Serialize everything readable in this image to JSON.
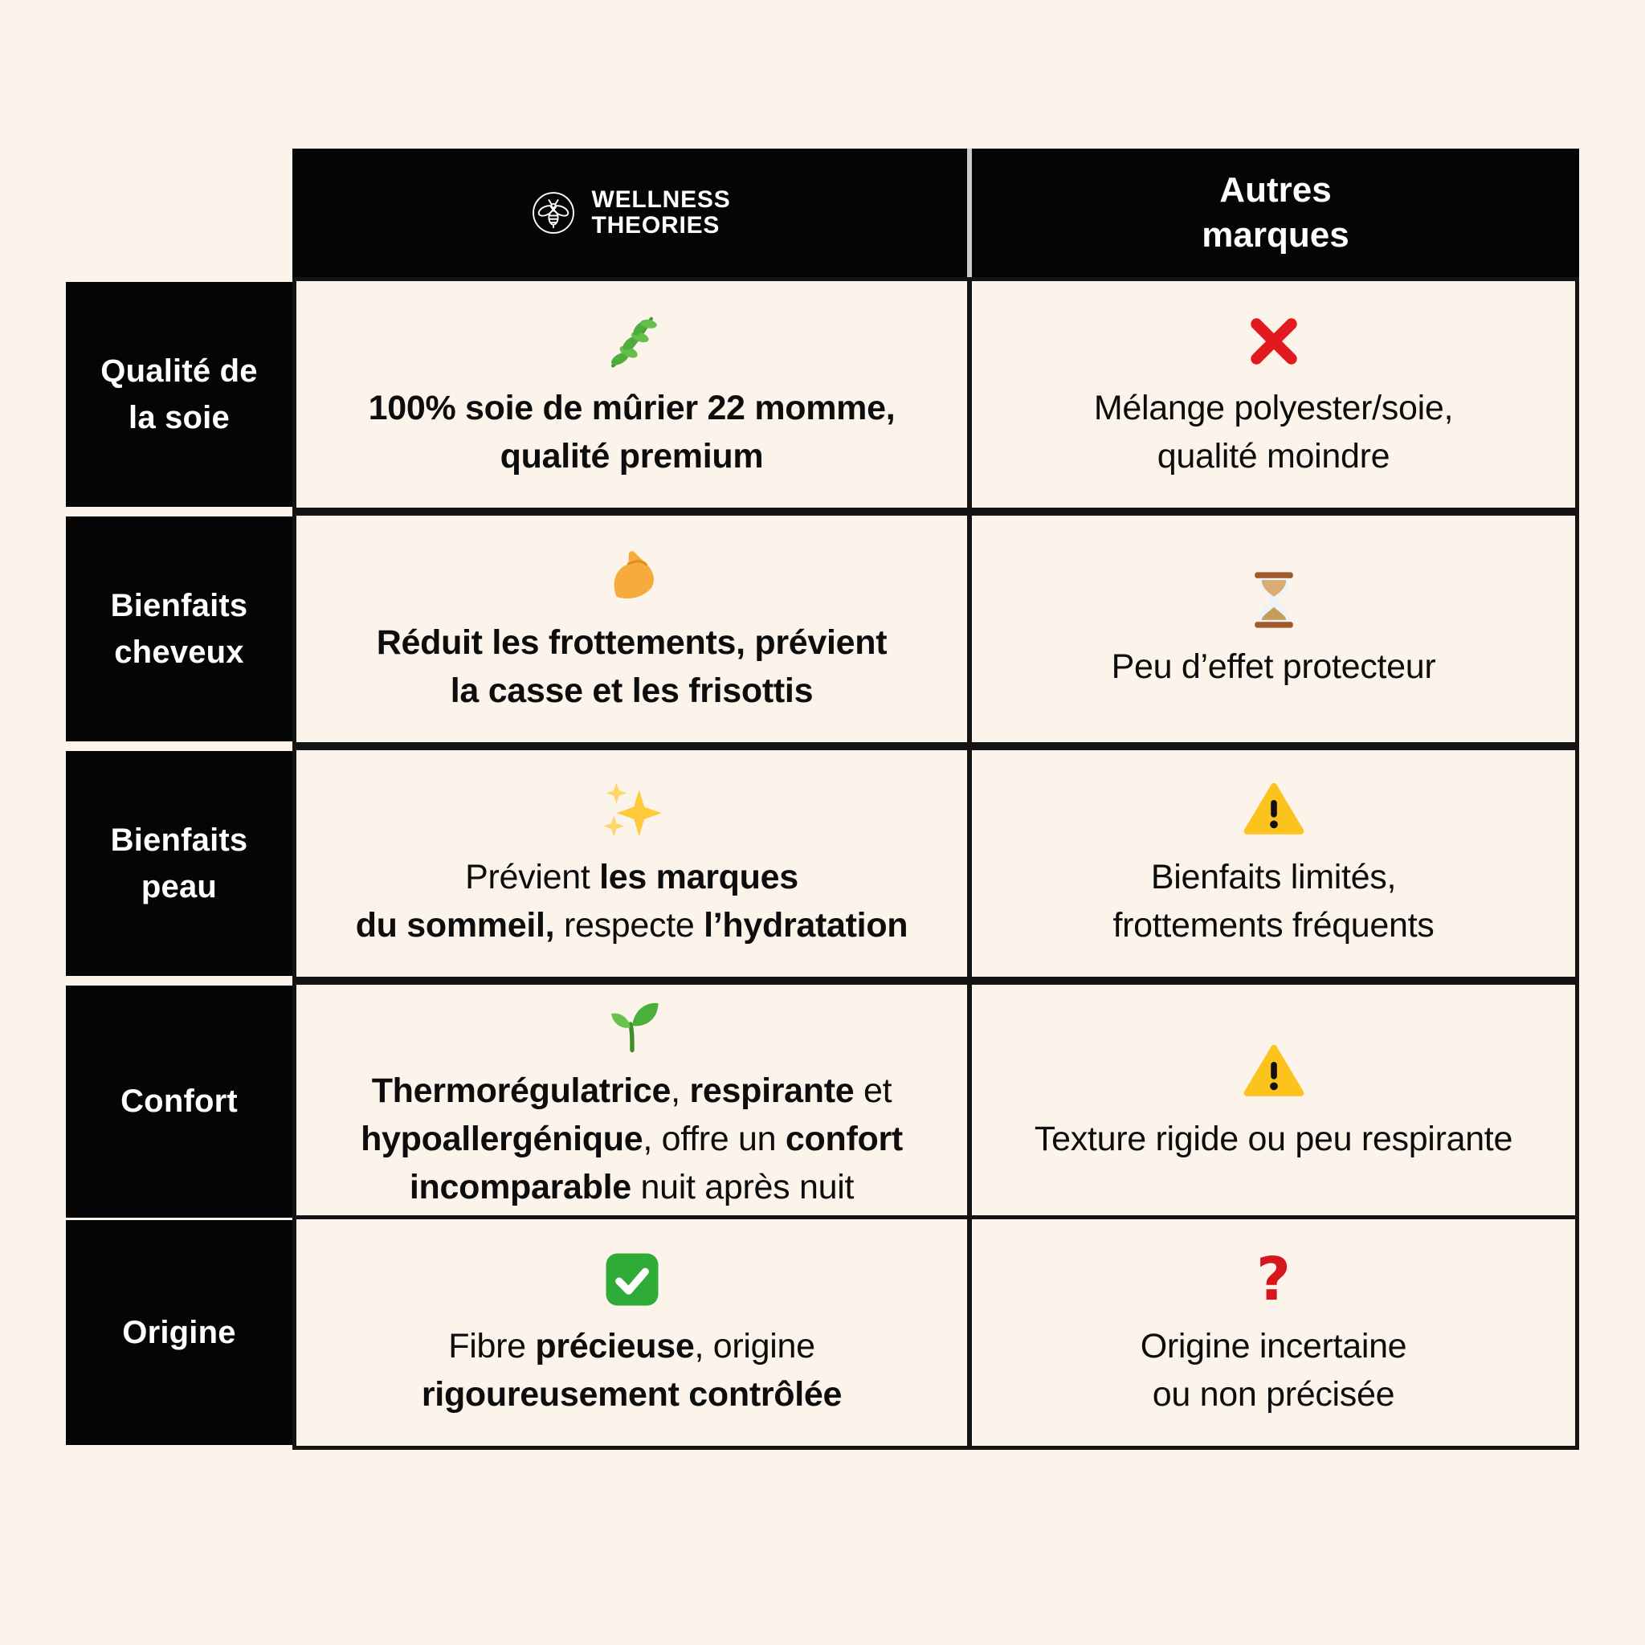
{
  "palette": {
    "background": "#FCF4EB",
    "cell_black": "#050505",
    "border_dark": "#141414",
    "text_dark": "#0D0D0D",
    "white": "#FFFFFF",
    "status_red": "#E2191F",
    "status_green": "#2FAC38",
    "status_yellow": "#FCC21D",
    "header_divider": "#C9CEC8"
  },
  "header": {
    "brand": {
      "logo_icon": "bee-logo",
      "line1": "WELLNESS",
      "line2": "THEORIES"
    },
    "competitor_name": "Autres\nmarques"
  },
  "table": {
    "rows": [
      {
        "label": "Qualité de\nla soie",
        "brand_cell": {
          "icon": "herb",
          "segments": [
            {
              "t": "100% soie de mûrier 22 momme,\nqualité premium",
              "b": true
            }
          ]
        },
        "other_cell": {
          "icon": "cross",
          "segments": [
            {
              "t": "Mélange polyester/soie,\nqualité moindre",
              "b": false
            }
          ]
        }
      },
      {
        "label": "Bienfaits\ncheveux",
        "brand_cell": {
          "icon": "biceps",
          "segments": [
            {
              "t": "Réduit les frottements, prévient\nla casse et les frisottis",
              "b": true
            }
          ]
        },
        "other_cell": {
          "icon": "hourglass",
          "segments": [
            {
              "t": "Peu d’effet protecteur",
              "b": false
            }
          ]
        }
      },
      {
        "label": "Bienfaits\npeau",
        "brand_cell": {
          "icon": "sparkles",
          "segments": [
            {
              "t": "Prévient ",
              "b": false
            },
            {
              "t": "les marques\ndu sommeil,",
              "b": true
            },
            {
              "t": " respecte ",
              "b": false
            },
            {
              "t": "l’hydratation",
              "b": true
            }
          ]
        },
        "other_cell": {
          "icon": "warning",
          "segments": [
            {
              "t": "Bienfaits limités,\nfrottements fréquents",
              "b": false
            }
          ]
        }
      },
      {
        "label": "Confort",
        "brand_cell": {
          "icon": "seedling",
          "segments": [
            {
              "t": "Thermorégulatrice",
              "b": true
            },
            {
              "t": ", ",
              "b": false
            },
            {
              "t": "respirante",
              "b": true
            },
            {
              "t": " et\n",
              "b": false
            },
            {
              "t": "hypoallergénique",
              "b": true
            },
            {
              "t": ", offre un ",
              "b": false
            },
            {
              "t": "confort\nincomparable",
              "b": true
            },
            {
              "t": " nuit après nuit",
              "b": false
            }
          ]
        },
        "other_cell": {
          "icon": "warning",
          "segments": [
            {
              "t": "Texture rigide ou peu respirante",
              "b": false
            }
          ]
        }
      },
      {
        "label": "Origine",
        "brand_cell": {
          "icon": "check",
          "segments": [
            {
              "t": "Fibre ",
              "b": false
            },
            {
              "t": "précieuse",
              "b": true
            },
            {
              "t": ", origine\n",
              "b": false
            },
            {
              "t": "rigoureusement contrôlée",
              "b": true
            }
          ]
        },
        "other_cell": {
          "icon": "question",
          "segments": [
            {
              "t": "Origine incertaine\nou non précisée",
              "b": false
            }
          ]
        }
      }
    ]
  }
}
